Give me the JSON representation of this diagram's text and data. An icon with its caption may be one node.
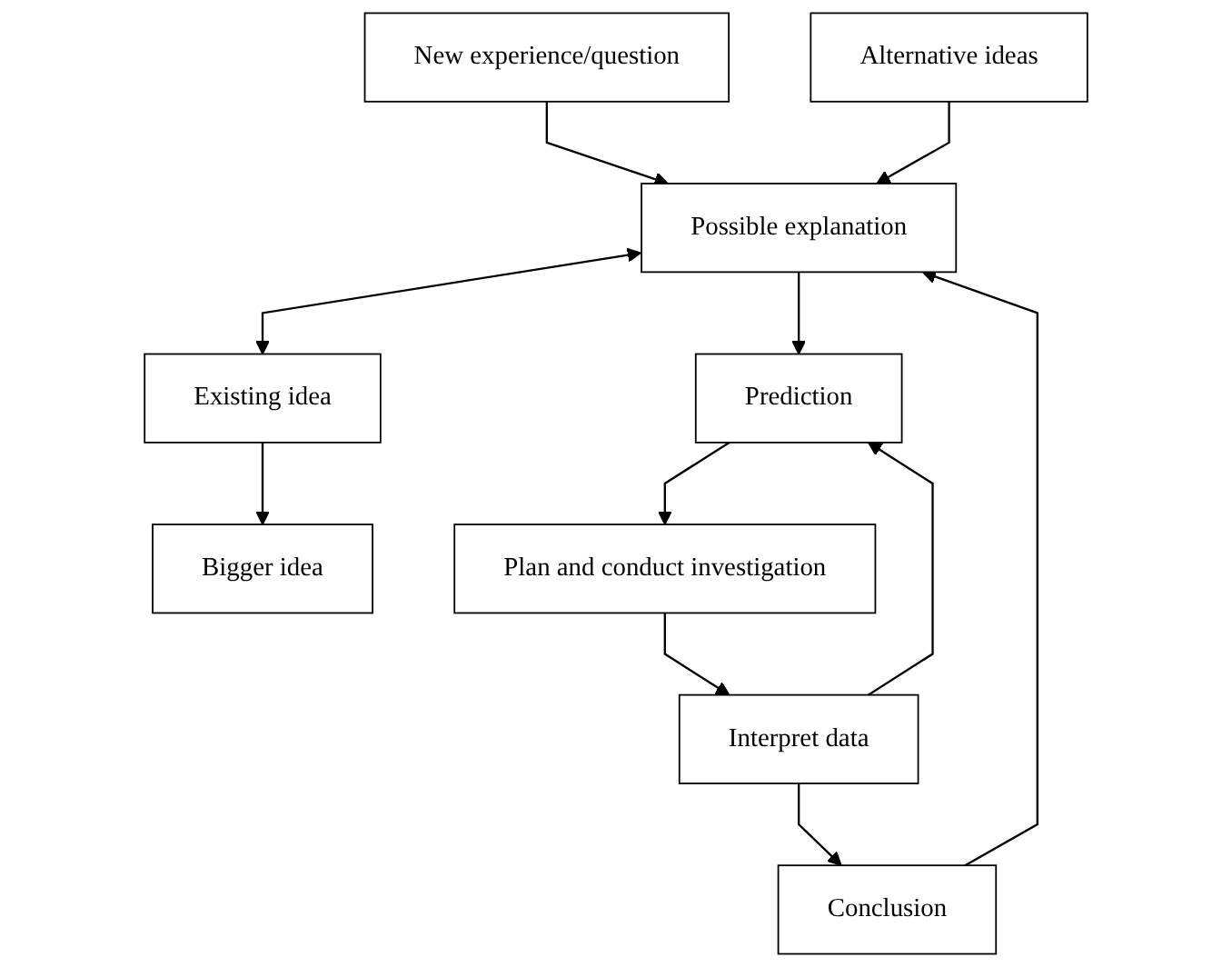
{
  "diagram": {
    "nodes": [
      {
        "text": [
          "New experience/question"
        ]
      },
      {
        "text": [
          "Alternative ideas"
        ]
      },
      {
        "text": [
          "Possible explanation"
        ]
      },
      {
        "text": [
          "Existing idea"
        ]
      },
      {
        "text": [
          "Bigger idea"
        ]
      },
      {
        "text": [
          "Prediction"
        ]
      },
      {
        "text": [
          "Plan and conduct investigation"
        ]
      },
      {
        "text": [
          "Interpret data"
        ]
      },
      {
        "text": [
          "Conclusion"
        ]
      }
    ],
    "edges": [
      {
        "from": 0,
        "to": 2,
        "arrow": "to"
      },
      {
        "from": 1,
        "to": 2,
        "arrow": "to"
      },
      {
        "from": 2,
        "to": 3,
        "arrow": "both"
      },
      {
        "from": 3,
        "to": 4,
        "arrow": "to"
      },
      {
        "from": 2,
        "to": 5,
        "arrow": "to"
      },
      {
        "from": 5,
        "to": 6,
        "arrow": "to"
      },
      {
        "from": 6,
        "to": 7,
        "arrow": "to"
      },
      {
        "from": 7,
        "to": 5,
        "arrow": "to"
      },
      {
        "from": 7,
        "to": 8,
        "arrow": "to"
      },
      {
        "from": 8,
        "to": 2,
        "arrow": "to"
      }
    ]
  }
}
